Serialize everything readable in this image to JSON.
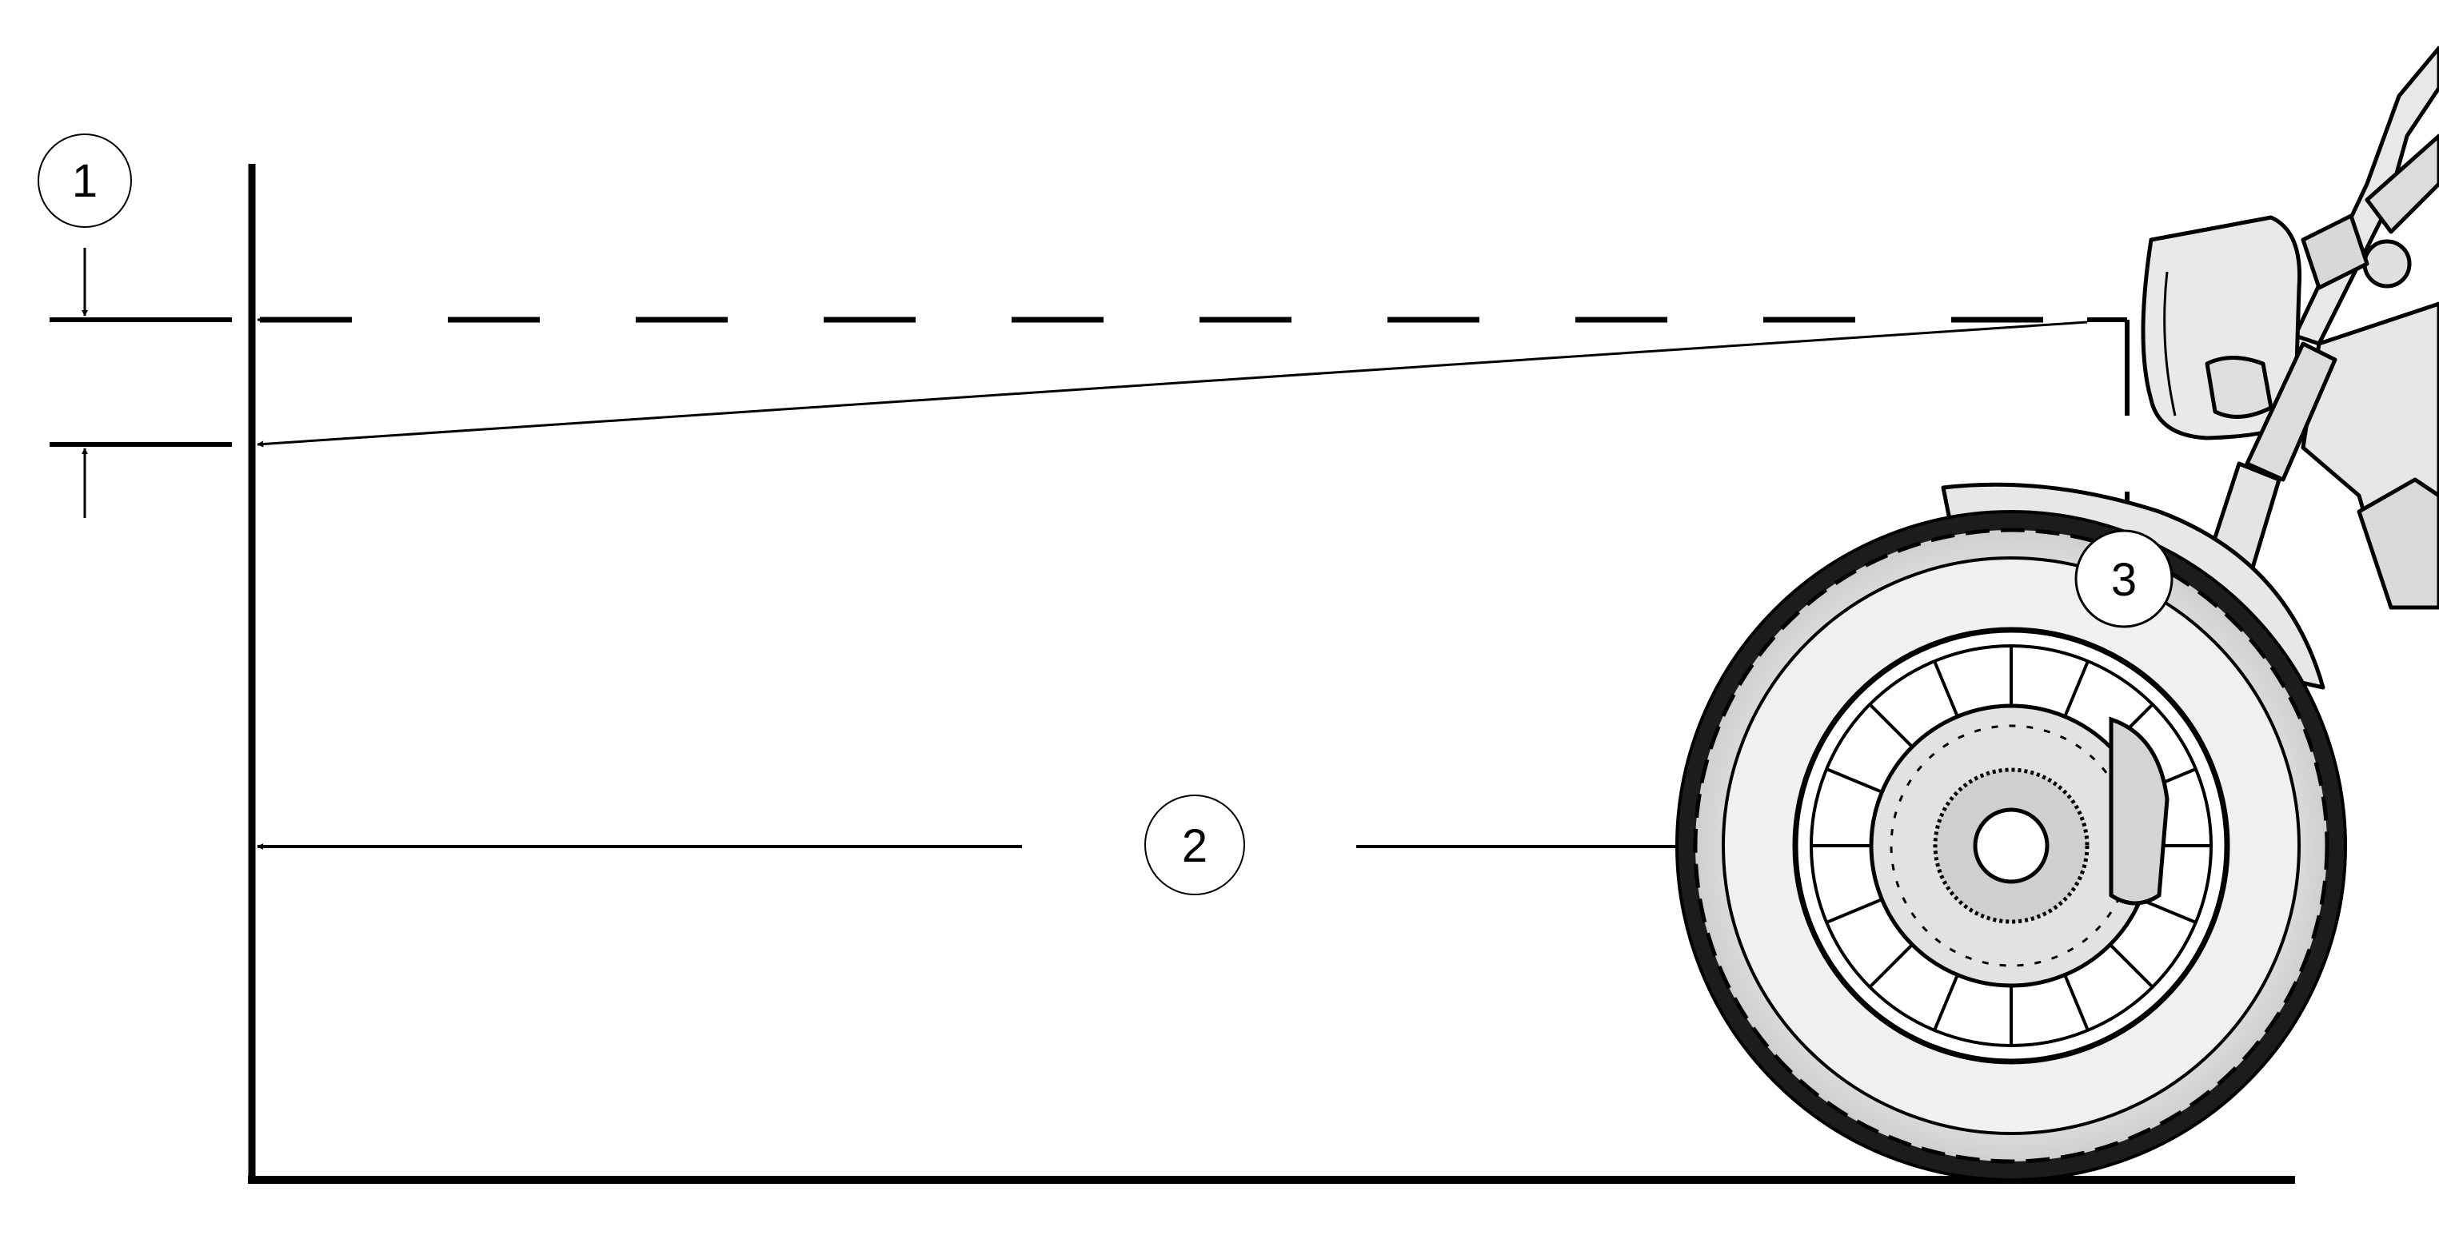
{
  "callouts": [
    {
      "id": "1",
      "label": "1"
    },
    {
      "id": "2",
      "label": "2"
    },
    {
      "id": "3",
      "label": "3"
    }
  ],
  "colors": {
    "line": "#000000",
    "background": "#ffffff",
    "tire_light": "#eeeeee",
    "tire_mid": "#d6d6d6",
    "metal": "#e3e3e3"
  }
}
